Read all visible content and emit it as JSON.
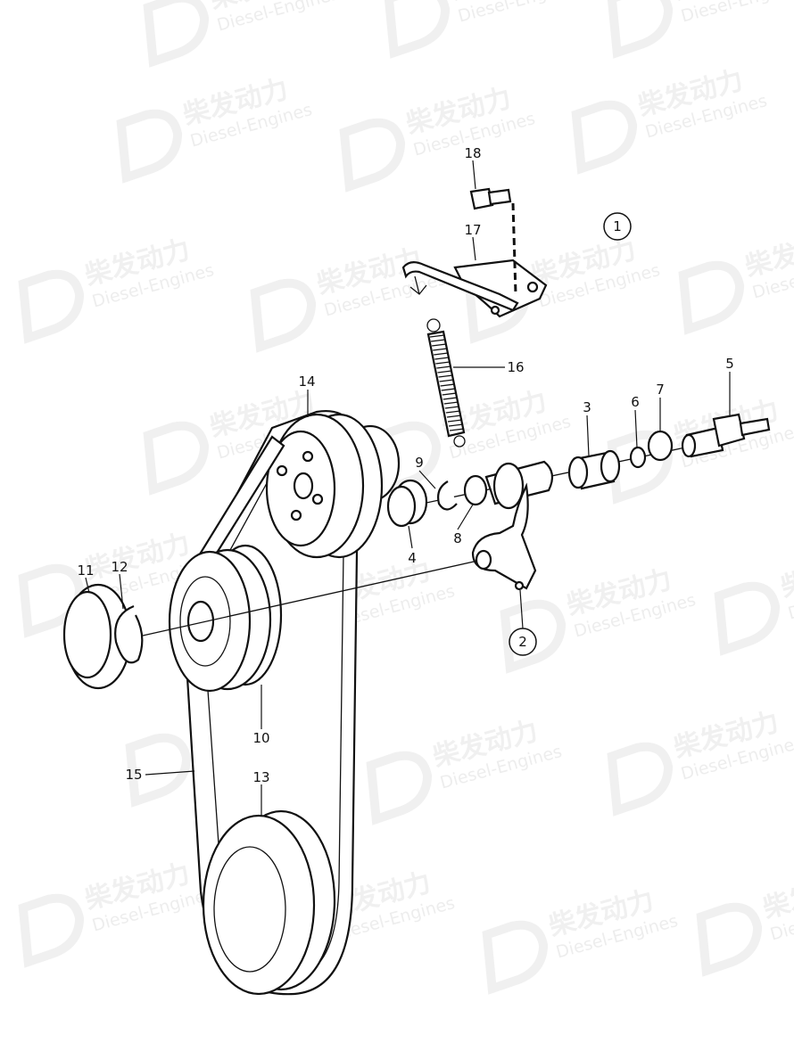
{
  "watermark": {
    "cn": "柴发动力",
    "en": "Diesel-Engines"
  },
  "callouts": {
    "c1": "1",
    "c2": "2",
    "c3": "3",
    "c4": "4",
    "c5": "5",
    "c6": "6",
    "c7": "7",
    "c8": "8",
    "c9": "9",
    "c10": "10",
    "c11": "11",
    "c12": "12",
    "c13": "13",
    "c14": "14",
    "c15": "15",
    "c16": "16",
    "c17": "17",
    "c18": "18"
  }
}
